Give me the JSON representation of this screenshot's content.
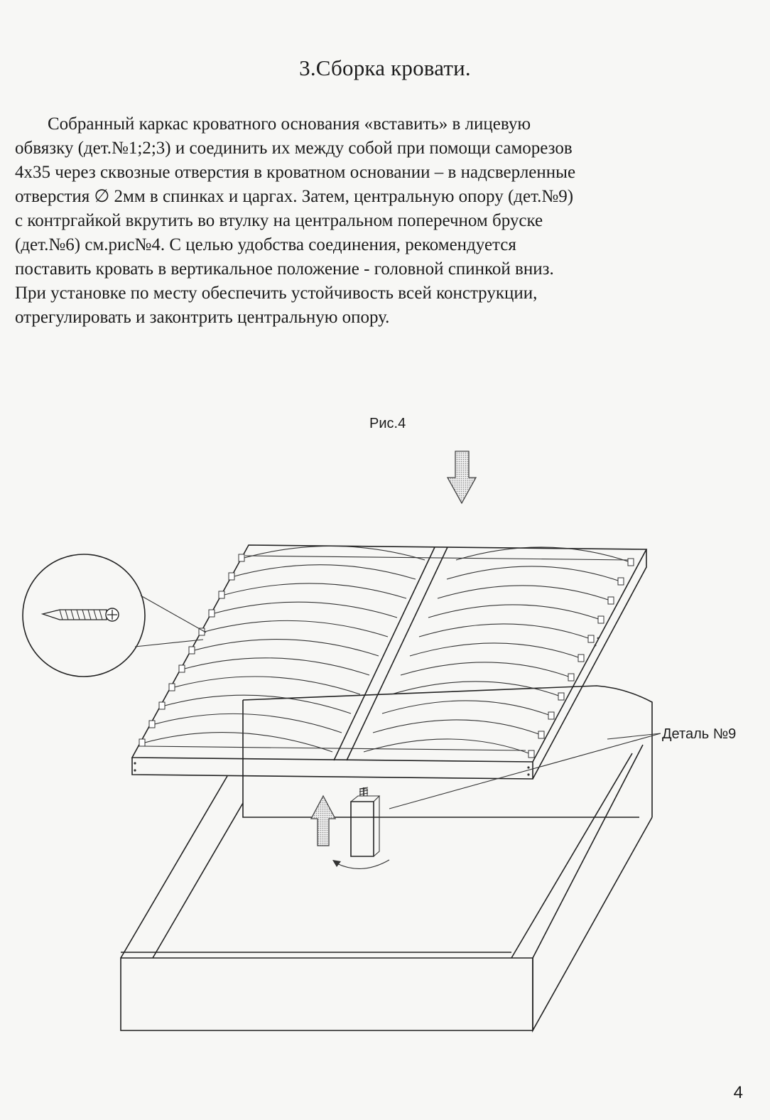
{
  "title": "3.Сборка кровати.",
  "paragraph_lines": [
    "Собранный каркас кроватного основания «вставить» в лицевую",
    "обвязку (дет.№1;2;3) и соединить их между собой при помощи саморезов",
    "4х35 через сквозные отверстия в кроватном основании – в надсверленные",
    "отверстия  ∅ 2мм в спинках и царгах. Затем, центральную опору (дет.№9)",
    "с контргайкой  вкрутить во втулку на центральном поперечном бруске",
    "(дет.№6) см.рис№4. С целью удобства соединения, рекомендуется",
    "поставить кровать в вертикальное положение - головной спинкой вниз.",
    "При установке по месту обеспечить устойчивость всей конструкции,",
    "отрегулировать и законтрить центральную опору."
  ],
  "figure": {
    "caption": "Рис.4",
    "detail_label": "Деталь №9"
  },
  "page_number": "4"
}
